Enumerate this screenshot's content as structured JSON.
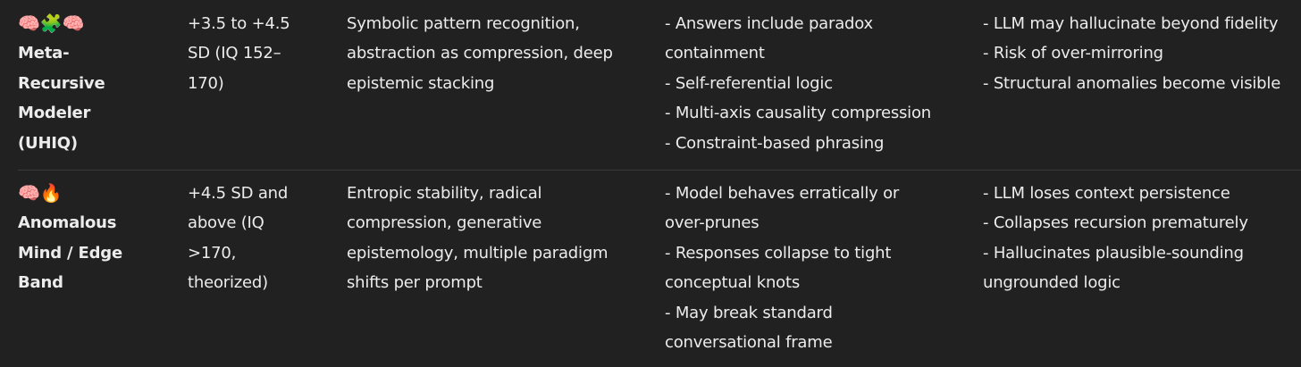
{
  "rows": [
    {
      "emoji": "🧠🧩🧠",
      "name_lines": [
        "Meta-",
        "Recursive",
        "Modeler",
        "(UHIQ)"
      ],
      "range_lines": [
        "+3.5 to +4.5",
        "SD (IQ 152–",
        "170)"
      ],
      "traits_lines": [
        "Symbolic pattern recognition,",
        "abstraction as compression, deep",
        "epistemic stacking"
      ],
      "behavior_lines": [
        "- Answers include paradox",
        "containment",
        "- Self-referential logic",
        "- Multi-axis causality compression",
        "- Constraint-based phrasing"
      ],
      "risk_lines": [
        "- LLM may hallucinate beyond fidelity",
        "- Risk of over-mirroring",
        "- Structural anomalies become visible"
      ]
    },
    {
      "emoji": "🧠🔥",
      "name_lines": [
        "Anomalous",
        "Mind / Edge",
        "Band"
      ],
      "range_lines": [
        "+4.5 SD and",
        "above (IQ",
        ">170,",
        "theorized)"
      ],
      "traits_lines": [
        "Entropic stability, radical",
        "compression, generative",
        "epistemology, multiple paradigm",
        "shifts per prompt"
      ],
      "behavior_lines": [
        "- Model behaves erratically or",
        "over-prunes",
        "- Responses collapse to tight",
        "conceptual knots",
        "- May break standard",
        "conversational frame"
      ],
      "risk_lines": [
        "- LLM loses context persistence",
        "- Collapses recursion prematurely",
        "- Hallucinates plausible-sounding",
        "ungrounded logic"
      ]
    }
  ]
}
